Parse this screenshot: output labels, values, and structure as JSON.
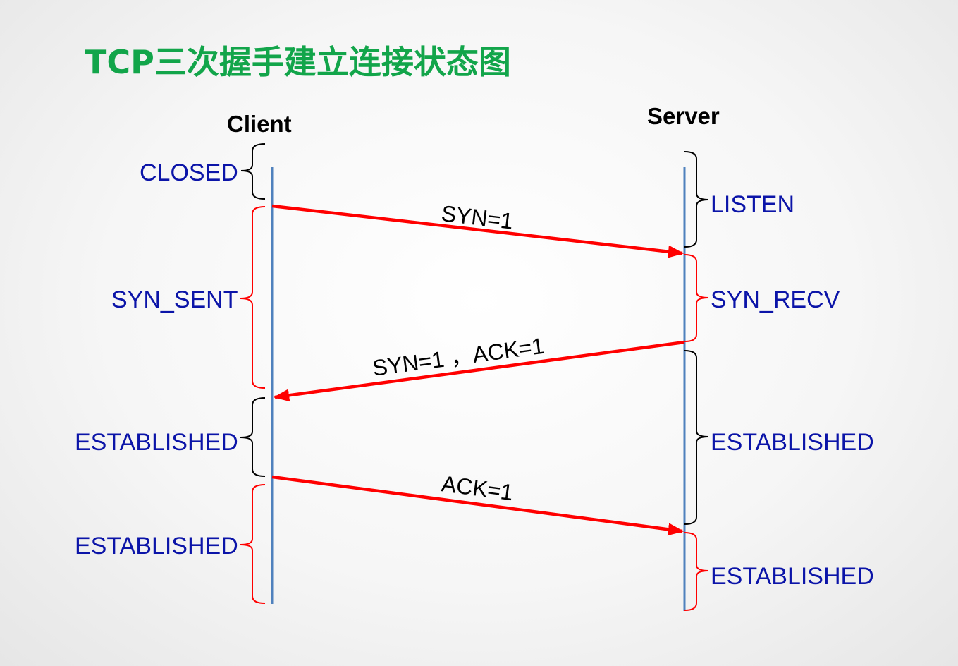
{
  "title": "TCP三次握手建立连接状态图",
  "actors": {
    "client": "Client",
    "server": "Server"
  },
  "colors": {
    "title": "#12a54a",
    "state_text": "#0b14a8",
    "lifeline": "#4f81bd",
    "arrow": "#ff0000",
    "brace_black": "#000000",
    "brace_red": "#ff0000"
  },
  "client_states": [
    {
      "label": "CLOSED",
      "brace_color": "black"
    },
    {
      "label": "SYN_SENT",
      "brace_color": "red"
    },
    {
      "label": "ESTABLISHED",
      "brace_color": "black"
    },
    {
      "label": "ESTABLISHED",
      "brace_color": "red"
    }
  ],
  "server_states": [
    {
      "label": "LISTEN",
      "brace_color": "black"
    },
    {
      "label": "SYN_RECV",
      "brace_color": "red"
    },
    {
      "label": "ESTABLISHED",
      "brace_color": "black"
    },
    {
      "label": "ESTABLISHED",
      "brace_color": "red"
    }
  ],
  "messages": [
    {
      "label": "SYN=1",
      "from": "client",
      "to": "server"
    },
    {
      "label": "SYN=1 ，ACK=1",
      "from": "server",
      "to": "client"
    },
    {
      "label": "ACK=1",
      "from": "client",
      "to": "server"
    }
  ]
}
